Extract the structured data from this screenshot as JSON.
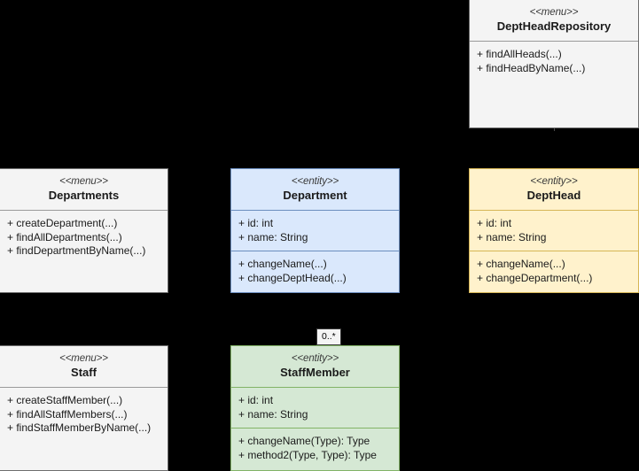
{
  "diagram": {
    "title": "UML Class Diagram",
    "background_color": "#000000"
  },
  "classes": [
    {
      "id": "dept-head-repository",
      "stereotype": "<<menu>>",
      "name": "DeptHeadRepository",
      "color": "#f4f4f4",
      "border_color": "#6e6e6e",
      "attributes": [],
      "methods": [
        "+ findAllHeads(...)",
        "+ findHeadByName(...)"
      ]
    },
    {
      "id": "departments",
      "stereotype": "<<menu>>",
      "name": "Departments",
      "color": "#f4f4f4",
      "border_color": "#6e6e6e",
      "attributes": [],
      "methods": [
        "+ createDepartment(...)",
        "+ findAllDepartments(...)",
        "+ findDepartmentByName(...)"
      ]
    },
    {
      "id": "department",
      "stereotype": "<<entity>>",
      "name": "Department",
      "color": "#dae8fc",
      "border_color": "#6c8ebf",
      "attributes": [
        "+ id: int",
        "+ name: String"
      ],
      "methods": [
        "+ changeName(...)",
        "+ changeDeptHead(...)"
      ]
    },
    {
      "id": "dept-head",
      "stereotype": "<<entity>>",
      "name": "DeptHead",
      "color": "#fff2cc",
      "border_color": "#d6b656",
      "attributes": [
        "+ id: int",
        "+ name: String"
      ],
      "methods": [
        "+ changeName(...)",
        "+ changeDepartment(...)"
      ]
    },
    {
      "id": "staff",
      "stereotype": "<<menu>>",
      "name": "Staff",
      "color": "#f4f4f4",
      "border_color": "#6e6e6e",
      "attributes": [],
      "methods": [
        "+ createStaffMember(...)",
        "+ findAllStaffMembers(...)",
        "+ findStaffMemberByName(...)"
      ]
    },
    {
      "id": "staff-member",
      "stereotype": "<<entity>>",
      "name": "StaffMember",
      "color": "#d5e8d4",
      "border_color": "#82b366",
      "attributes": [
        "+ id: int",
        "+ name: String"
      ],
      "methods": [
        "+ changeName(Type): Type",
        "+ method2(Type, Type): Type"
      ]
    }
  ],
  "labels": {
    "multiplicity_staff_member": "0..*"
  }
}
